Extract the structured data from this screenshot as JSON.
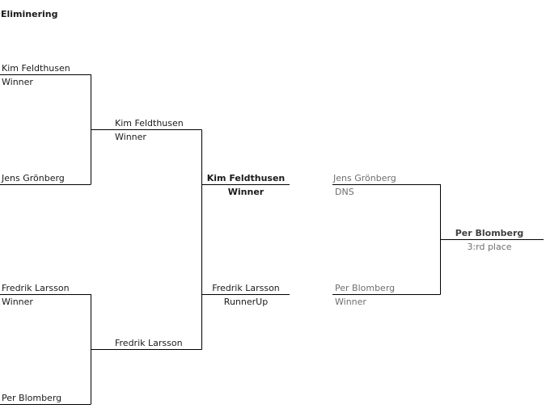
{
  "title": "Eliminering",
  "main_bracket": {
    "round1": [
      {
        "name": "Kim Feldthusen",
        "result": "Winner"
      },
      {
        "name": "Jens Grönberg"
      },
      {
        "name": "Fredrik Larsson",
        "result": "Winner"
      },
      {
        "name": "Per Blomberg"
      }
    ],
    "round2": [
      {
        "name": "Kim Feldthusen",
        "result": "Winner"
      },
      {
        "name": "Fredrik Larsson"
      }
    ],
    "final": [
      {
        "name": "Kim Feldthusen",
        "result": "Winner"
      },
      {
        "name": "Fredrik Larsson",
        "result": "RunnerUp"
      }
    ]
  },
  "third_place": {
    "entrants": [
      {
        "name": "Jens Grönberg",
        "result": "DNS"
      },
      {
        "name": "Per Blomberg",
        "result": "Winner"
      }
    ],
    "winner": {
      "name": "Per Blomberg",
      "result": "3:rd place"
    }
  }
}
